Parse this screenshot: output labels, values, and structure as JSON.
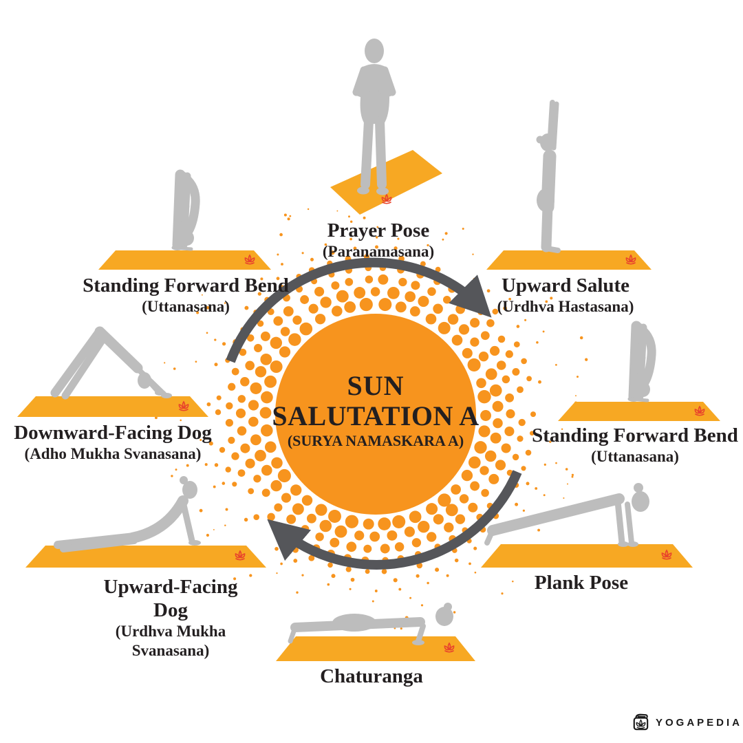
{
  "center": {
    "title_line1": "SUN",
    "title_line2": "SALUTATION A",
    "subtitle": "(SURYA NAMASKARA A)"
  },
  "poses": [
    {
      "name": "Prayer Pose",
      "sanskrit": "(Paranamasana)"
    },
    {
      "name": "Upward Salute",
      "sanskrit": "(Urdhva Hastasana)"
    },
    {
      "name": "Standing Forward Bend",
      "sanskrit": "(Uttanasana)"
    },
    {
      "name": "Plank Pose",
      "sanskrit": ""
    },
    {
      "name": "Chaturanga",
      "sanskrit": ""
    },
    {
      "name": "Upward-Facing Dog",
      "sanskrit": "(Urdhva Mukha Svanasana)"
    },
    {
      "name": "Downward-Facing Dog",
      "sanskrit": "(Adho Mukha Svanasana)"
    },
    {
      "name": "Standing Forward Bend",
      "sanskrit": "(Uttanasana)"
    }
  ],
  "logo": {
    "text": "YOGAPEDIA"
  },
  "colors": {
    "sun_orange": "#F7941E",
    "mat_orange": "#F7A823",
    "silhouette_gray": "#BDBDBD",
    "arrow_gray": "#55565A",
    "text_dark": "#231F20",
    "lotus_red": "#E8432C"
  }
}
